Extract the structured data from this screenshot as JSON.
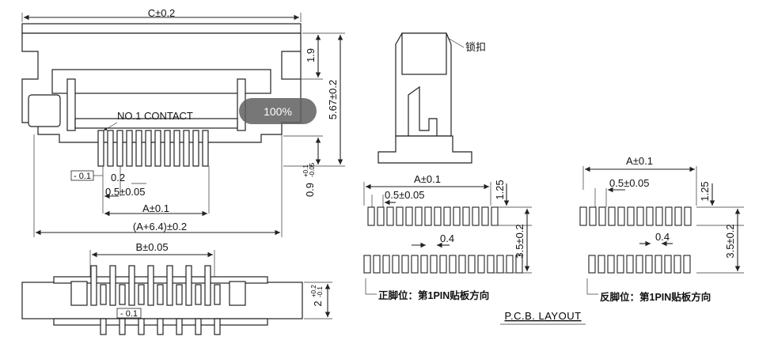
{
  "front_view": {
    "dim_width": "C±0.2",
    "dim_top": "1.9",
    "dim_height": "5.67±0.2",
    "contact_label": "NO.1 CONTACT",
    "dim_tol": "- 0.1",
    "dim_pin": "0.2",
    "dim_pitch": "0.5±0.05",
    "dim_a": "A±0.1",
    "dim_total": "(A+6.4)±0.2",
    "dim_pin_height": "0.9",
    "dim_pin_height_tol_plus": "+0.1",
    "dim_pin_height_tol_minus": "-0.05"
  },
  "bottom_view": {
    "dim_b": "B±0.05",
    "dim_tol": "- 0.1",
    "dim_height": "2",
    "dim_height_tol_plus": "+0.2",
    "dim_height_tol_minus": "-0.1"
  },
  "side_view": {
    "lock_label": "锁扣"
  },
  "pcb_layout_left": {
    "dim_a": "A±0.1",
    "dim_pitch": "0.5±0.05",
    "dim_pad_len": "1.25",
    "dim_pad_w": "0.4",
    "dim_row": "3.5±0.2",
    "caption": "正脚位：第1PIN贴板方向"
  },
  "pcb_layout_right": {
    "dim_a": "A±0.1",
    "dim_pitch": "0.5±0.05",
    "dim_pad_len": "1.25",
    "dim_pad_w": "0.4",
    "dim_row": "3.5±0.2",
    "caption": "反脚位：第1PIN贴板方向"
  },
  "section_title": "P.C.B. LAYOUT",
  "zoom": "100%"
}
